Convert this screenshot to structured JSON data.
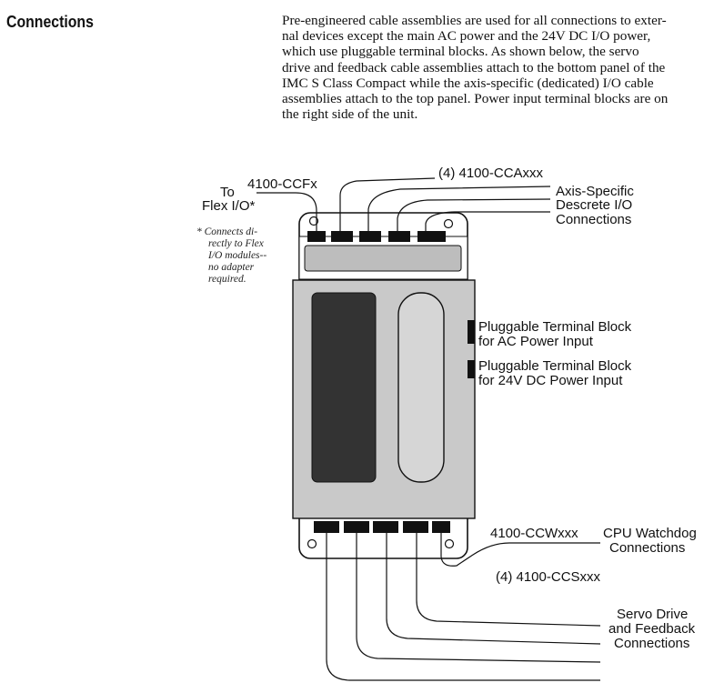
{
  "section": {
    "title": "Connections",
    "paragraph_lines": [
      "Pre-engineered cable assemblies are used for all connections to exter-",
      "nal devices except the main AC power and the 24V DC I/O power,",
      "which use pluggable terminal blocks. As shown below, the servo",
      "drive and feedback cable assemblies attach to the bottom panel of the",
      "IMC S Class Compact while the axis-specific (dedicated) I/O cable",
      "assemblies attach to the top panel. Power input terminal blocks are on",
      "the right side of the unit."
    ]
  },
  "figure": {
    "flex_part": "4100-CCFx",
    "to_label": "To",
    "flex_label": "Flex I/O*",
    "footnote_lines": [
      "* Connects di-",
      "rectly to Flex",
      "I/O modules--",
      "no adapter",
      "required."
    ],
    "cca_part": "(4) 4100-CCAxxx",
    "axis_lines": [
      "Axis-Specific",
      "Descrete I/O",
      "Connections"
    ],
    "ac_lines": [
      "Pluggable Terminal Block",
      "for AC Power Input"
    ],
    "dc_lines": [
      "Pluggable Terminal Block",
      "for 24V DC Power Input"
    ],
    "ccw_part": "4100-CCWxxx",
    "watchdog_lines": [
      "CPU Watchdog",
      "Connections"
    ],
    "ccs_part": "(4) 4100-CCSxxx",
    "servo_lines": [
      "Servo Drive",
      "and Feedback",
      "Connections"
    ]
  }
}
